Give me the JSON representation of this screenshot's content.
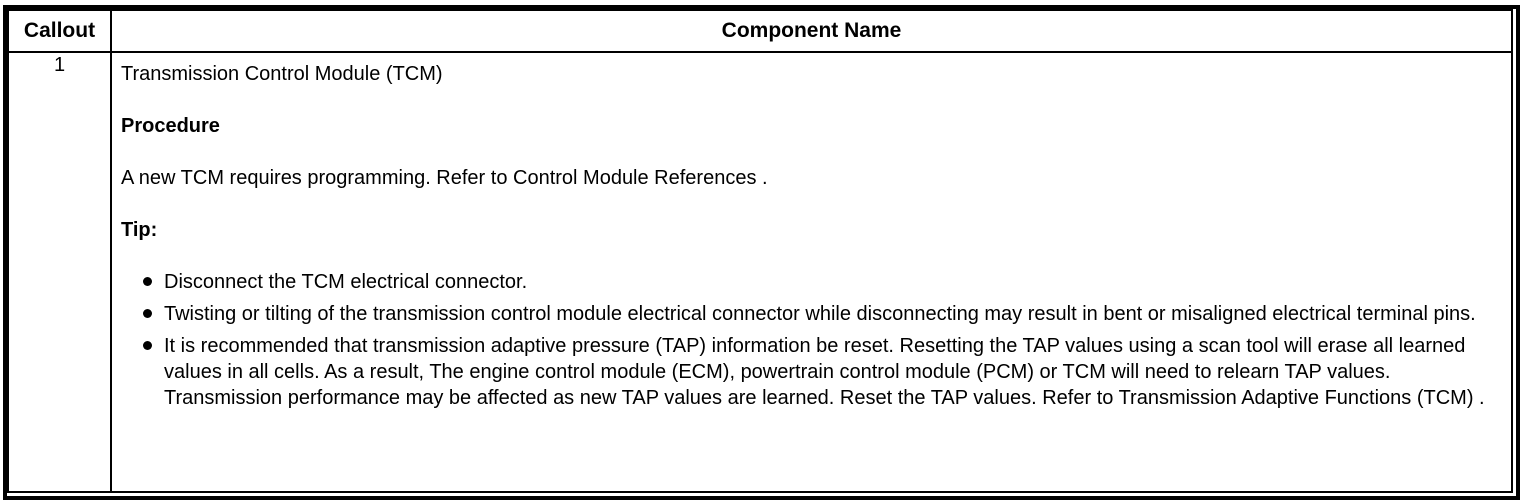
{
  "table": {
    "header": {
      "callout": "Callout",
      "component_name": "Component Name"
    },
    "row": {
      "callout": "1",
      "title": "Transmission Control Module (TCM)",
      "procedure_heading": "Procedure",
      "procedure_text": "A new TCM requires programming. Refer to Control Module References .",
      "tip_heading": "Tip:",
      "tips": [
        "Disconnect the TCM electrical connector.",
        "Twisting or tilting of the transmission control module electrical connector while disconnecting may result in bent or misaligned electrical terminal pins.",
        "It is recommended that transmission adaptive pressure (TAP) information be reset. Resetting the TAP values using a scan tool will erase all learned values in all cells. As a result, The engine control module (ECM), powertrain control module (PCM) or TCM will need to relearn TAP values. Transmission performance may be affected as new TAP values are learned. Reset the TAP values. Refer to Transmission Adaptive Functions (TCM) ."
      ]
    },
    "colors": {
      "border": "#000000",
      "text": "#000000",
      "background": "#ffffff"
    }
  }
}
